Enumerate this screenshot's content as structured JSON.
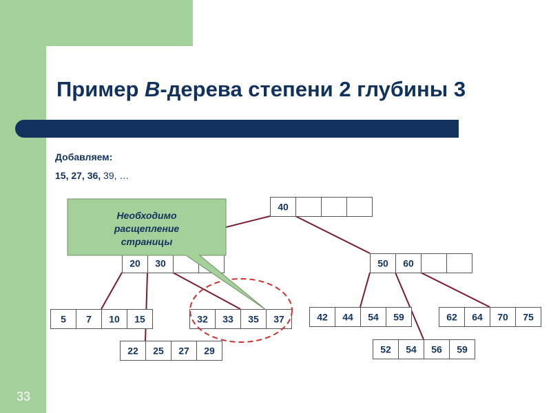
{
  "slide": {
    "title_prefix": "Пример ",
    "title_italic": "B",
    "title_suffix": "-дерева степени 2 глубины 3",
    "adding_label": "Добавляем:",
    "sequence_done": "15, 27, 36,",
    "sequence_next": " 39, …",
    "page_number": "33",
    "callout_lines": [
      "Необходимо",
      "расщепление",
      "страницы"
    ]
  },
  "tree": {
    "root": [
      "40",
      "",
      "",
      ""
    ],
    "level2": [
      [
        "20",
        "30",
        "",
        ""
      ],
      [
        "50",
        "60",
        "",
        ""
      ]
    ],
    "leaves": [
      [
        "5",
        "7",
        "10",
        "15"
      ],
      [
        "22",
        "25",
        "27",
        "29"
      ],
      [
        "32",
        "33",
        "35",
        "37"
      ],
      [
        "42",
        "44",
        "54",
        "59"
      ],
      [
        "52",
        "54",
        "56",
        "59"
      ],
      [
        "62",
        "64",
        "70",
        "75"
      ]
    ]
  },
  "colors": {
    "background_green": "#a4d09a",
    "title_navy": "#12325e",
    "edge": "#7b1a2c",
    "callout_fill": "#a4d09a",
    "highlight_dashed": "#d03030"
  }
}
